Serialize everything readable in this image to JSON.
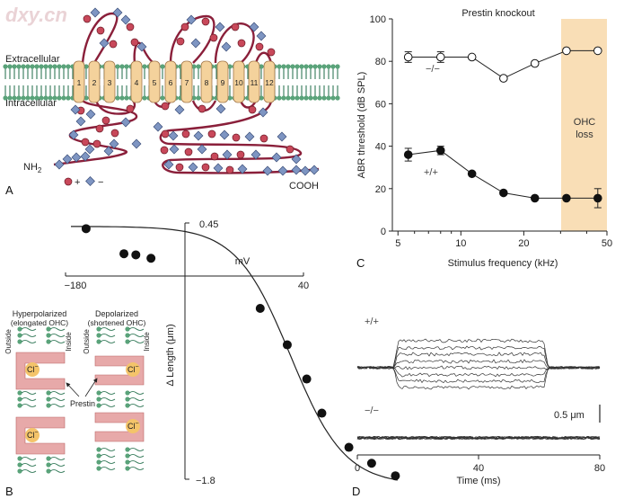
{
  "watermark": "dxy.cn",
  "colors": {
    "membrane_head": "#5aa37a",
    "membrane_tail": "#1d6b47",
    "helix_fill": "#f4d29c",
    "helix_stroke": "#a2774a",
    "loop": "#8a1f3a",
    "positive": "#c8485a",
    "negative": "#7e95c2",
    "shade": "#f9deb6",
    "gray_band": "#e7a9a9"
  },
  "panel_a": {
    "letter": "A",
    "extracellular": "Extracellular",
    "intracellular": "Intracellular",
    "n_terminal": "NH",
    "n_terminal_sub": "2",
    "c_terminal": "COOH",
    "helices": [
      "1",
      "2",
      "3",
      "4",
      "5",
      "6",
      "7",
      "8",
      "9",
      "10",
      "11",
      "12"
    ],
    "legend_pos": "+",
    "legend_neg": "−"
  },
  "panel_b": {
    "letter": "B",
    "chart_data": {
      "type": "scatter",
      "x": [
        -161,
        -126,
        -115,
        -101,
        0,
        25,
        43,
        57,
        82,
        103,
        125
      ],
      "y": [
        0.4,
        0.18,
        0.17,
        0.14,
        -0.3,
        -0.62,
        -0.92,
        -1.22,
        -1.52,
        -1.66,
        -1.77
      ],
      "fit": "sigmoid",
      "xlabel": "mV",
      "ylabel": "Δ Length (μm)",
      "x_ticks": [
        "−180",
        "40"
      ],
      "y_ticks": [
        "0.45",
        "−1.8"
      ],
      "xlim": [
        -180,
        40
      ],
      "ylim": [
        -1.8,
        0.45
      ]
    },
    "hyperpolarized": "Hyperpolarized",
    "hyperpolarized_sub": "(elongated OHC)",
    "depolarized": "Depolarized",
    "depolarized_sub": "(shortened OHC)",
    "outside": "Outside",
    "inside": "Inside",
    "cl_ion": "Cl",
    "cl_charge": "−",
    "prestin": "Prestin"
  },
  "panel_c": {
    "letter": "C",
    "chart_data": {
      "type": "line",
      "title": "Prestin knockout",
      "xlabel": "Stimulus frequency (kHz)",
      "ylabel": "ABR threshold (dB SPL)",
      "x_ticks": [
        "5",
        "10",
        "20",
        "50"
      ],
      "y_ticks": [
        "0",
        "20",
        "40",
        "60",
        "80",
        "100"
      ],
      "xscale": "log",
      "xlim": [
        4.7,
        50
      ],
      "ylim": [
        0,
        100
      ],
      "series": [
        {
          "name": "−/−",
          "x": [
            5.6,
            8,
            11.3,
            16,
            22.6,
            32,
            45.2
          ],
          "y": [
            82,
            82,
            82,
            72,
            79,
            85,
            85
          ],
          "error": [
            2.5,
            2.5,
            0,
            0,
            0,
            0,
            0
          ]
        },
        {
          "name": "+/+",
          "x": [
            5.6,
            8,
            11.3,
            16,
            22.6,
            32,
            45.2
          ],
          "y": [
            36,
            38,
            27,
            18,
            15.5,
            15.5,
            15.5
          ],
          "error": [
            3,
            2,
            0,
            0,
            0,
            0,
            4.5
          ]
        }
      ],
      "shaded_region": {
        "x_from": 32,
        "x_to": 50,
        "label_line1": "OHC",
        "label_line2": "loss"
      }
    }
  },
  "panel_d": {
    "letter": "D",
    "chart_data": {
      "type": "line",
      "xlabel": "Time (ms)",
      "x_ticks": [
        "0",
        "40",
        "80"
      ],
      "xlim": [
        0,
        80
      ],
      "stimulus_on_ms": 12,
      "stimulus_off_ms": 63,
      "traces": [
        {
          "name": "+/+",
          "trace_count": 8
        },
        {
          "name": "−/−",
          "trace_count": 8
        }
      ],
      "scale_bar": "0.5 μm"
    }
  }
}
